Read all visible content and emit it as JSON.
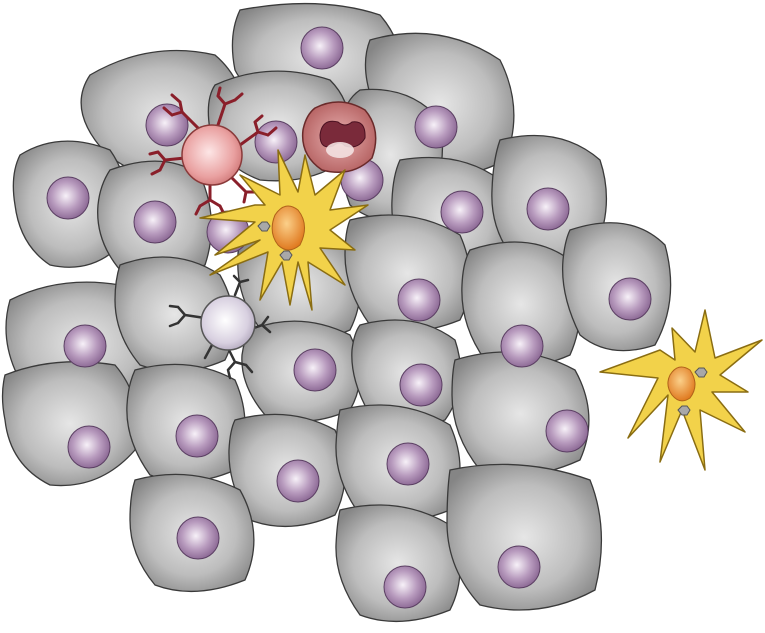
{
  "scene": {
    "description_visible_text": "",
    "colors": {
      "background": "#ffffff",
      "tumor_cell_light": "#d9d9d9",
      "tumor_cell_dark": "#8c8c8c",
      "tumor_cell_outline": "#3a3a3a",
      "nucleus_light": "#f4eef5",
      "nucleus_dark": "#8f6d97",
      "dendritic_cell": "#f2d24a",
      "dendritic_cell_outline": "#8a6d12",
      "dendritic_nucleus": "#e8892a",
      "t_cell_pink": "#e9a0a0",
      "t_cell_pink_receptors": "#8a1f2a",
      "neutrophil_outer": "#c06a6a",
      "neutrophil_inner": "#7a2a3a",
      "lymphocyte_gray": "#dcd6e2",
      "lymphocyte_receptors": "#333333"
    },
    "icons": [
      "tumor-cell",
      "dendritic-cell",
      "t-cell",
      "neutrophil",
      "lymphocyte"
    ]
  }
}
